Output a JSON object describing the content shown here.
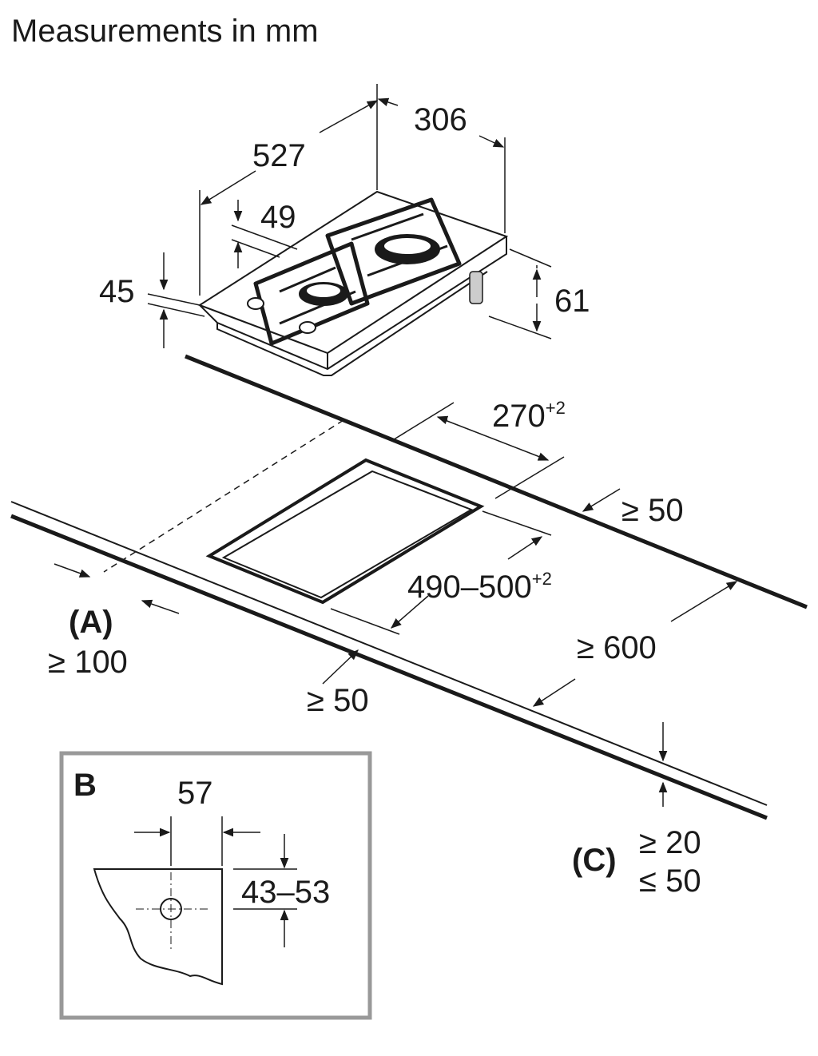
{
  "title": "Measurements in mm",
  "hob": {
    "depth": "527",
    "width": "306",
    "top_height": "49",
    "front_height": "45",
    "total_height": "61"
  },
  "cutout": {
    "width": "270",
    "width_tolerance": "+2",
    "depth": "490–500",
    "depth_tolerance": "+2",
    "back_clearance": "≥ 50",
    "front_clearance": "≥ 50",
    "counter_depth": "≥ 600",
    "wall_clearance_label": "(A)",
    "wall_clearance": "≥ 100",
    "thickness_label": "(C)",
    "thickness_min": "≥ 20",
    "thickness_max": "≤ 50"
  },
  "detail": {
    "label": "B",
    "hole_offset": "57",
    "hole_height": "43–53"
  }
}
